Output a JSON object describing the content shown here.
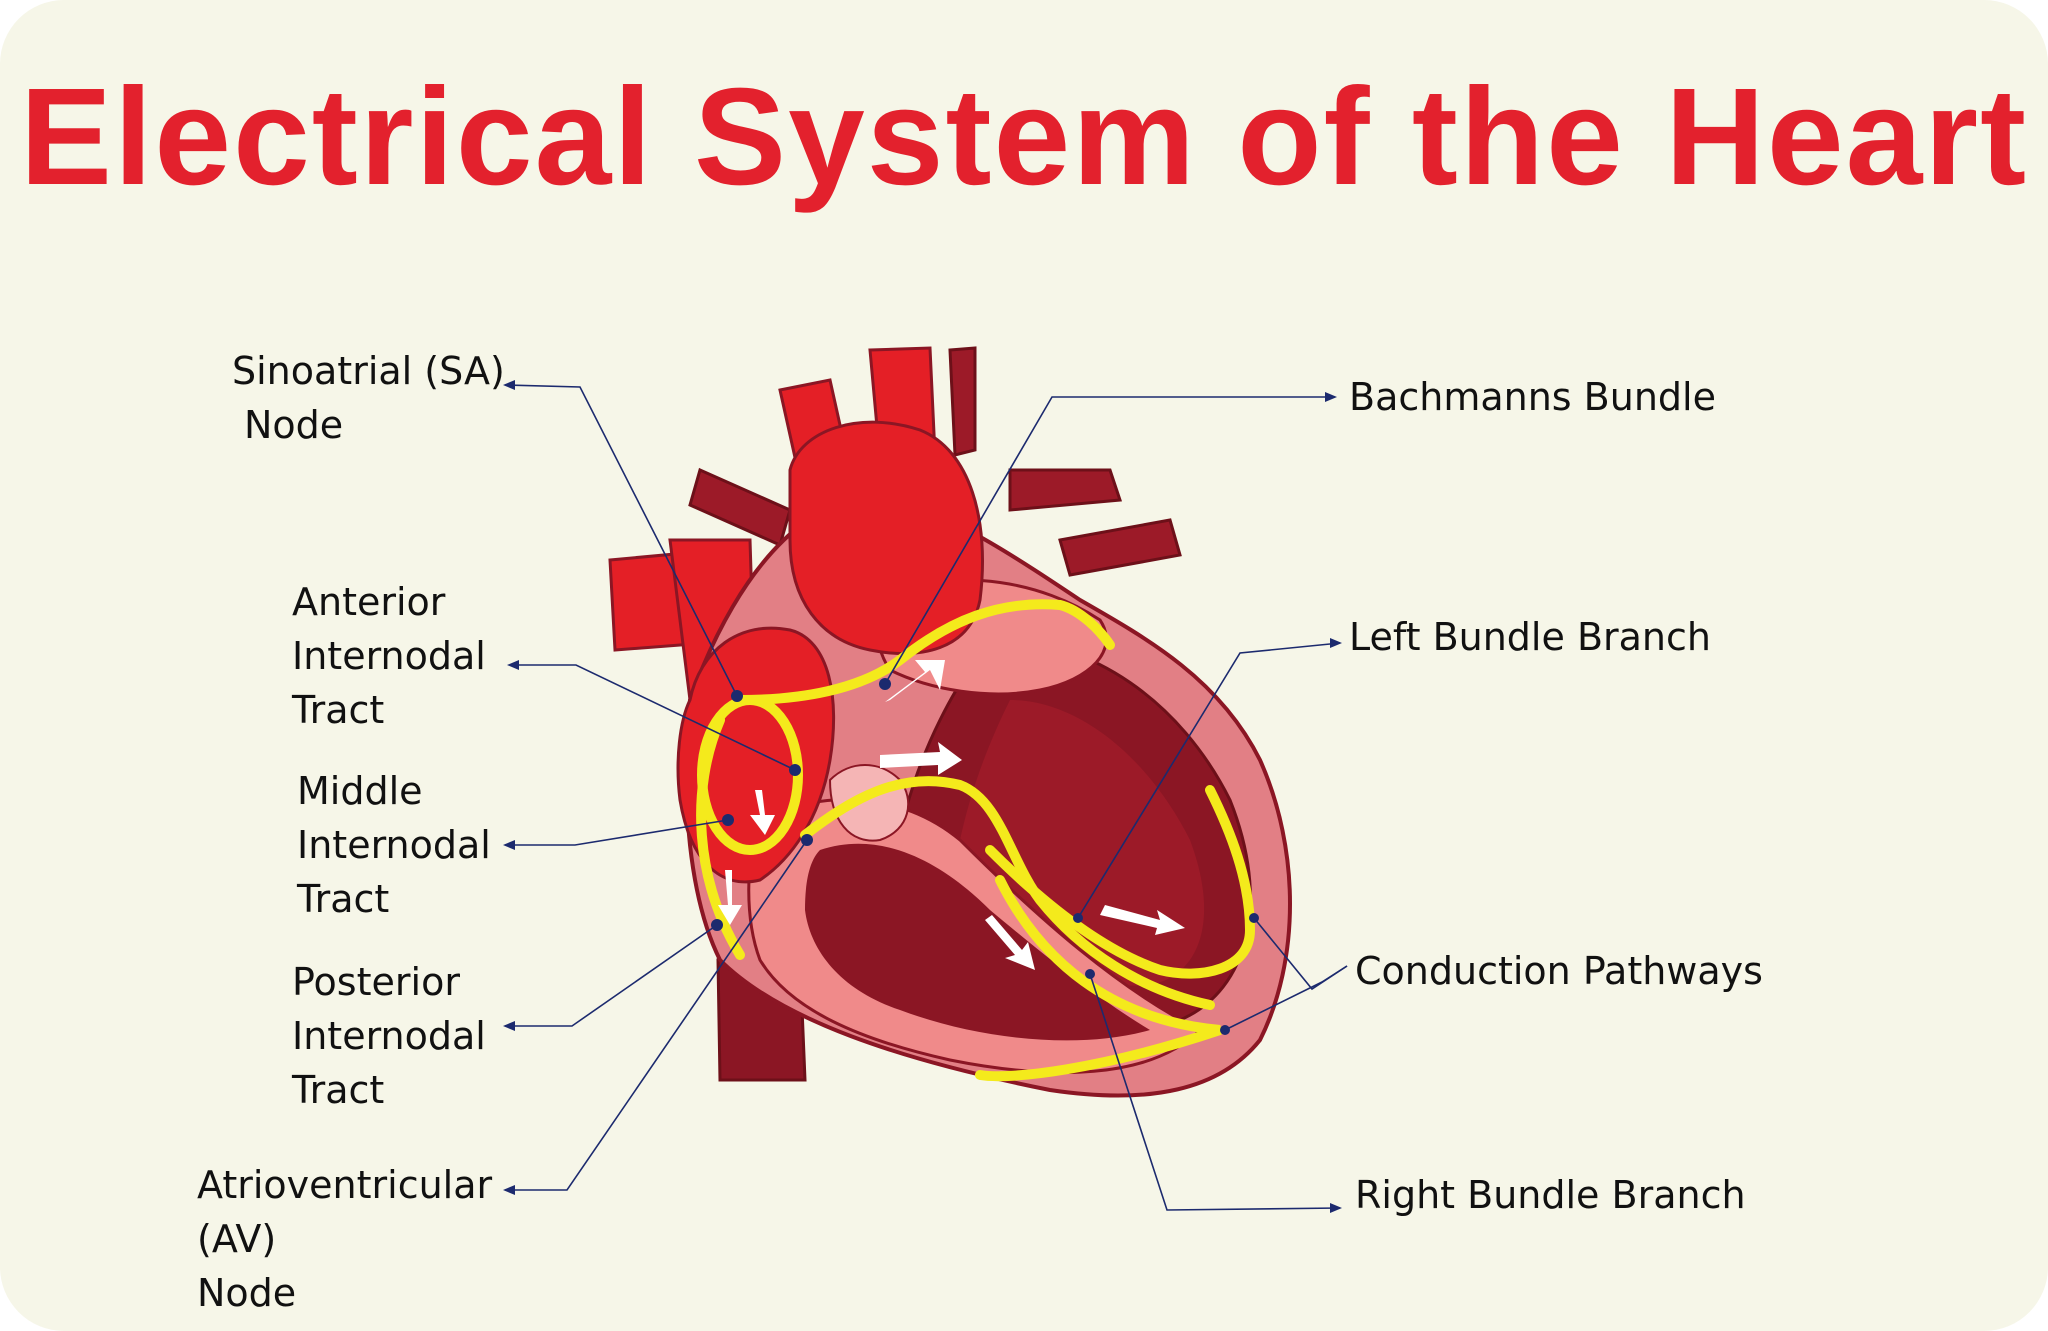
{
  "title": "Electrical System of the Heart",
  "colors": {
    "background": "#f6f6e8",
    "title": "#e3212d",
    "heart_bright": "#e41f26",
    "heart_dark": "#8b1624",
    "heart_pink": "#f08a8a",
    "pathway": "#f4ea1c",
    "leader": "#1c2a6e"
  },
  "labels": {
    "sa_node": [
      "Sinoatrial (SA)",
      "Node"
    ],
    "anterior_tract": [
      "Anterior",
      "Internodal",
      "Tract"
    ],
    "middle_tract": [
      "Middle",
      "Internodal",
      "Tract"
    ],
    "posterior_tract": [
      "Posterior",
      "Internodal",
      "Tract"
    ],
    "av_node": [
      "Atrioventricular",
      "(AV)",
      "Node"
    ],
    "bachmanns": "Bachmanns  Bundle",
    "left_bundle": "Left Bundle Branch",
    "conduction": "Conduction Pathways",
    "right_bundle": "Right Bundle Branch"
  }
}
